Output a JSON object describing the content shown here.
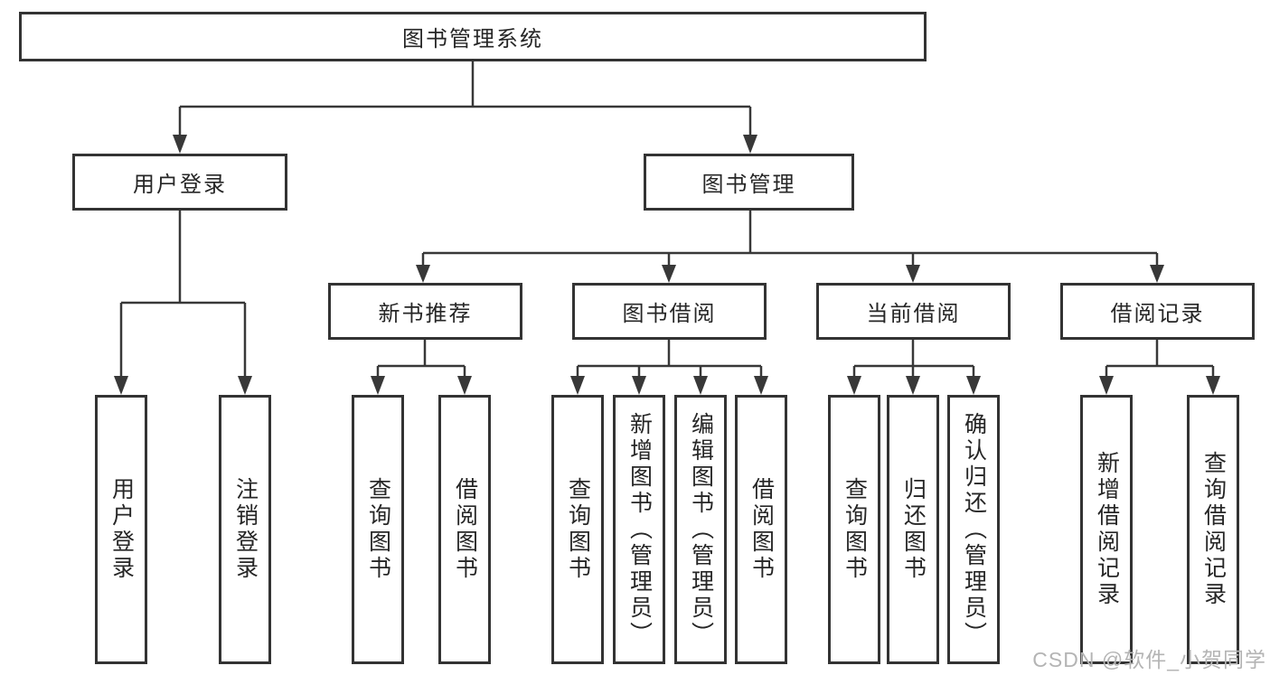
{
  "diagram": {
    "type": "hierarchy-tree",
    "watermark": "CSDN @软件_小贺同学",
    "colors": {
      "background": "#ffffff",
      "line": "#383838",
      "box_border": "#333333",
      "text": "#262626",
      "watermark_text": "#b4b4b4"
    },
    "nodes": {
      "root": {
        "label": "图书管理系统"
      },
      "user_module": {
        "label": "用户登录"
      },
      "book_module": {
        "label": "图书管理"
      },
      "new_books": {
        "label": "新书推荐"
      },
      "book_borrow": {
        "label": "图书借阅"
      },
      "current_borrow": {
        "label": "当前借阅"
      },
      "borrow_records": {
        "label": "借阅记录"
      },
      "user_login": {
        "label": "用户登录"
      },
      "user_logout": {
        "label": "注销登录"
      },
      "new_query": {
        "label": "查询图书"
      },
      "new_borrow": {
        "label": "借阅图书"
      },
      "borrow_query": {
        "label": "查询图书"
      },
      "borrow_add": {
        "label": "新增图书（管理员）"
      },
      "borrow_edit": {
        "label": "编辑图书（管理员）"
      },
      "borrow_borrow": {
        "label": "借阅图书"
      },
      "current_query": {
        "label": "查询图书"
      },
      "current_return": {
        "label": "归还图书"
      },
      "current_confirm": {
        "label": "确认归还（管理员）"
      },
      "records_add": {
        "label": "新增借阅记录"
      },
      "records_query": {
        "label": "查询借阅记录"
      }
    },
    "edges": [
      "root->user_module",
      "root->book_module",
      "user_module->user_login",
      "user_module->user_logout",
      "book_module->new_books",
      "book_module->book_borrow",
      "book_module->current_borrow",
      "book_module->borrow_records",
      "new_books->new_query",
      "new_books->new_borrow",
      "book_borrow->borrow_query",
      "book_borrow->borrow_add",
      "book_borrow->borrow_edit",
      "book_borrow->borrow_borrow",
      "current_borrow->current_query",
      "current_borrow->current_return",
      "current_borrow->current_confirm",
      "borrow_records->records_add",
      "borrow_records->records_query"
    ]
  }
}
